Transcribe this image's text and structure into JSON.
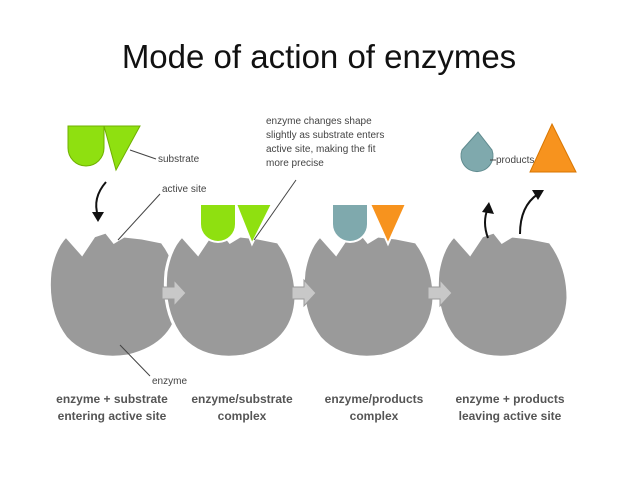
{
  "title": "Mode of action of enzymes",
  "labels": {
    "substrate": "substrate",
    "active_site": "active site",
    "enzyme": "enzyme",
    "products": "products",
    "shape_change": [
      "enzyme changes shape",
      "slightly as substrate enters",
      "active site, making the fit",
      "more precise"
    ]
  },
  "stages": [
    {
      "line1": "enzyme + substrate",
      "line2": "entering active site"
    },
    {
      "line1": "enzyme/substrate",
      "line2": "complex"
    },
    {
      "line1": "enzyme/products",
      "line2": "complex"
    },
    {
      "line1": "enzyme + products",
      "line2": "leaving active site"
    }
  ],
  "colors": {
    "enzyme": "#9a9a9a",
    "substrate": "#8fe010",
    "product_teal": "#7fa9ad",
    "product_orange": "#f7931e",
    "arrow": "#c8c8c8"
  }
}
